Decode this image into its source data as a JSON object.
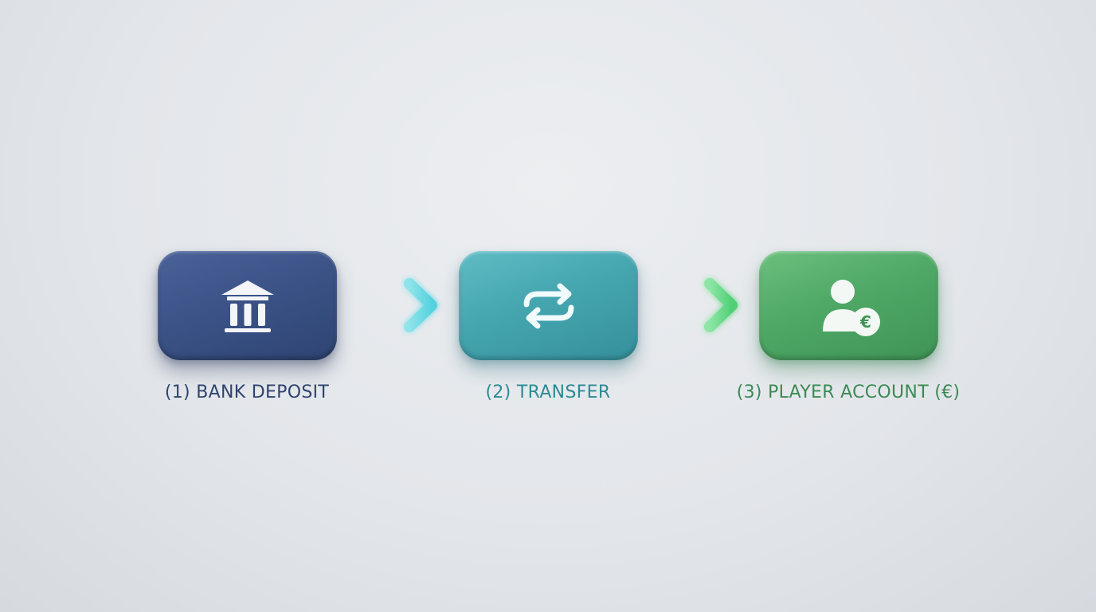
{
  "steps": [
    {
      "label": "(1) BANK DEPOSIT",
      "icon": "bank-icon",
      "color": "#3b5387"
    },
    {
      "label": "(2) TRANSFER",
      "icon": "transfer-icon",
      "color": "#45a6b0"
    },
    {
      "label": "(3) PLAYER ACCOUNT (€)",
      "icon": "user-euro-icon",
      "color": "#4fa866"
    }
  ],
  "connectors": [
    {
      "icon": "arrow-right-icon",
      "color": "#5ed6e0"
    },
    {
      "icon": "arrow-right-icon",
      "color": "#5fd483"
    }
  ],
  "badge": {
    "symbol": "€"
  }
}
